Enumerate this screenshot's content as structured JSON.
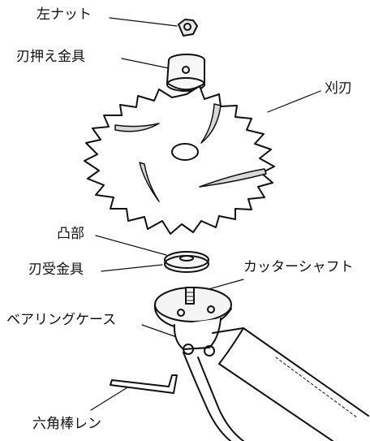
{
  "labels": {
    "left_nut": "左ナット",
    "blade_holder": "刃押え金具",
    "blade": "刈刃",
    "boss": "凸部",
    "blade_receiver": "刃受金具",
    "cutter_shaft": "カッターシャフト",
    "bearing_case": "ベアリングケース",
    "hex_wrench": "六角棒レン"
  }
}
